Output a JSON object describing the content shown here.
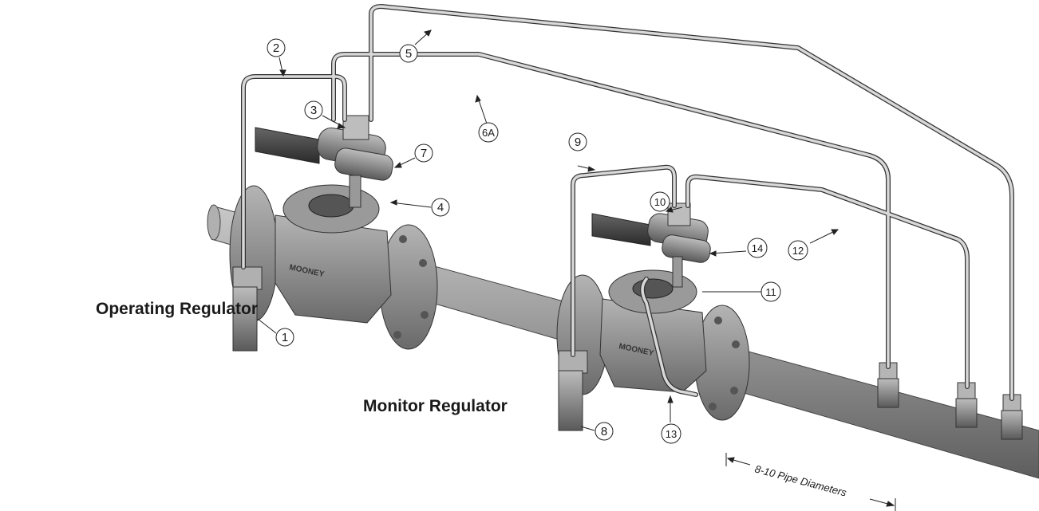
{
  "labels": {
    "operating": "Operating Regulator",
    "monitor": "Monitor Regulator"
  },
  "brand": "MOONEY",
  "dimension": "8-10 Pipe Diameters",
  "callouts": [
    "1",
    "2",
    "3",
    "4",
    "5",
    "6A",
    "7",
    "8",
    "9",
    "10",
    "11",
    "12",
    "13",
    "14"
  ],
  "colors": {
    "pipe": "#9c9c9c",
    "pipe_dark": "#6e6e6e",
    "body": "#8f8f8f",
    "tube": "#d0d0d0",
    "line": "#222222"
  }
}
